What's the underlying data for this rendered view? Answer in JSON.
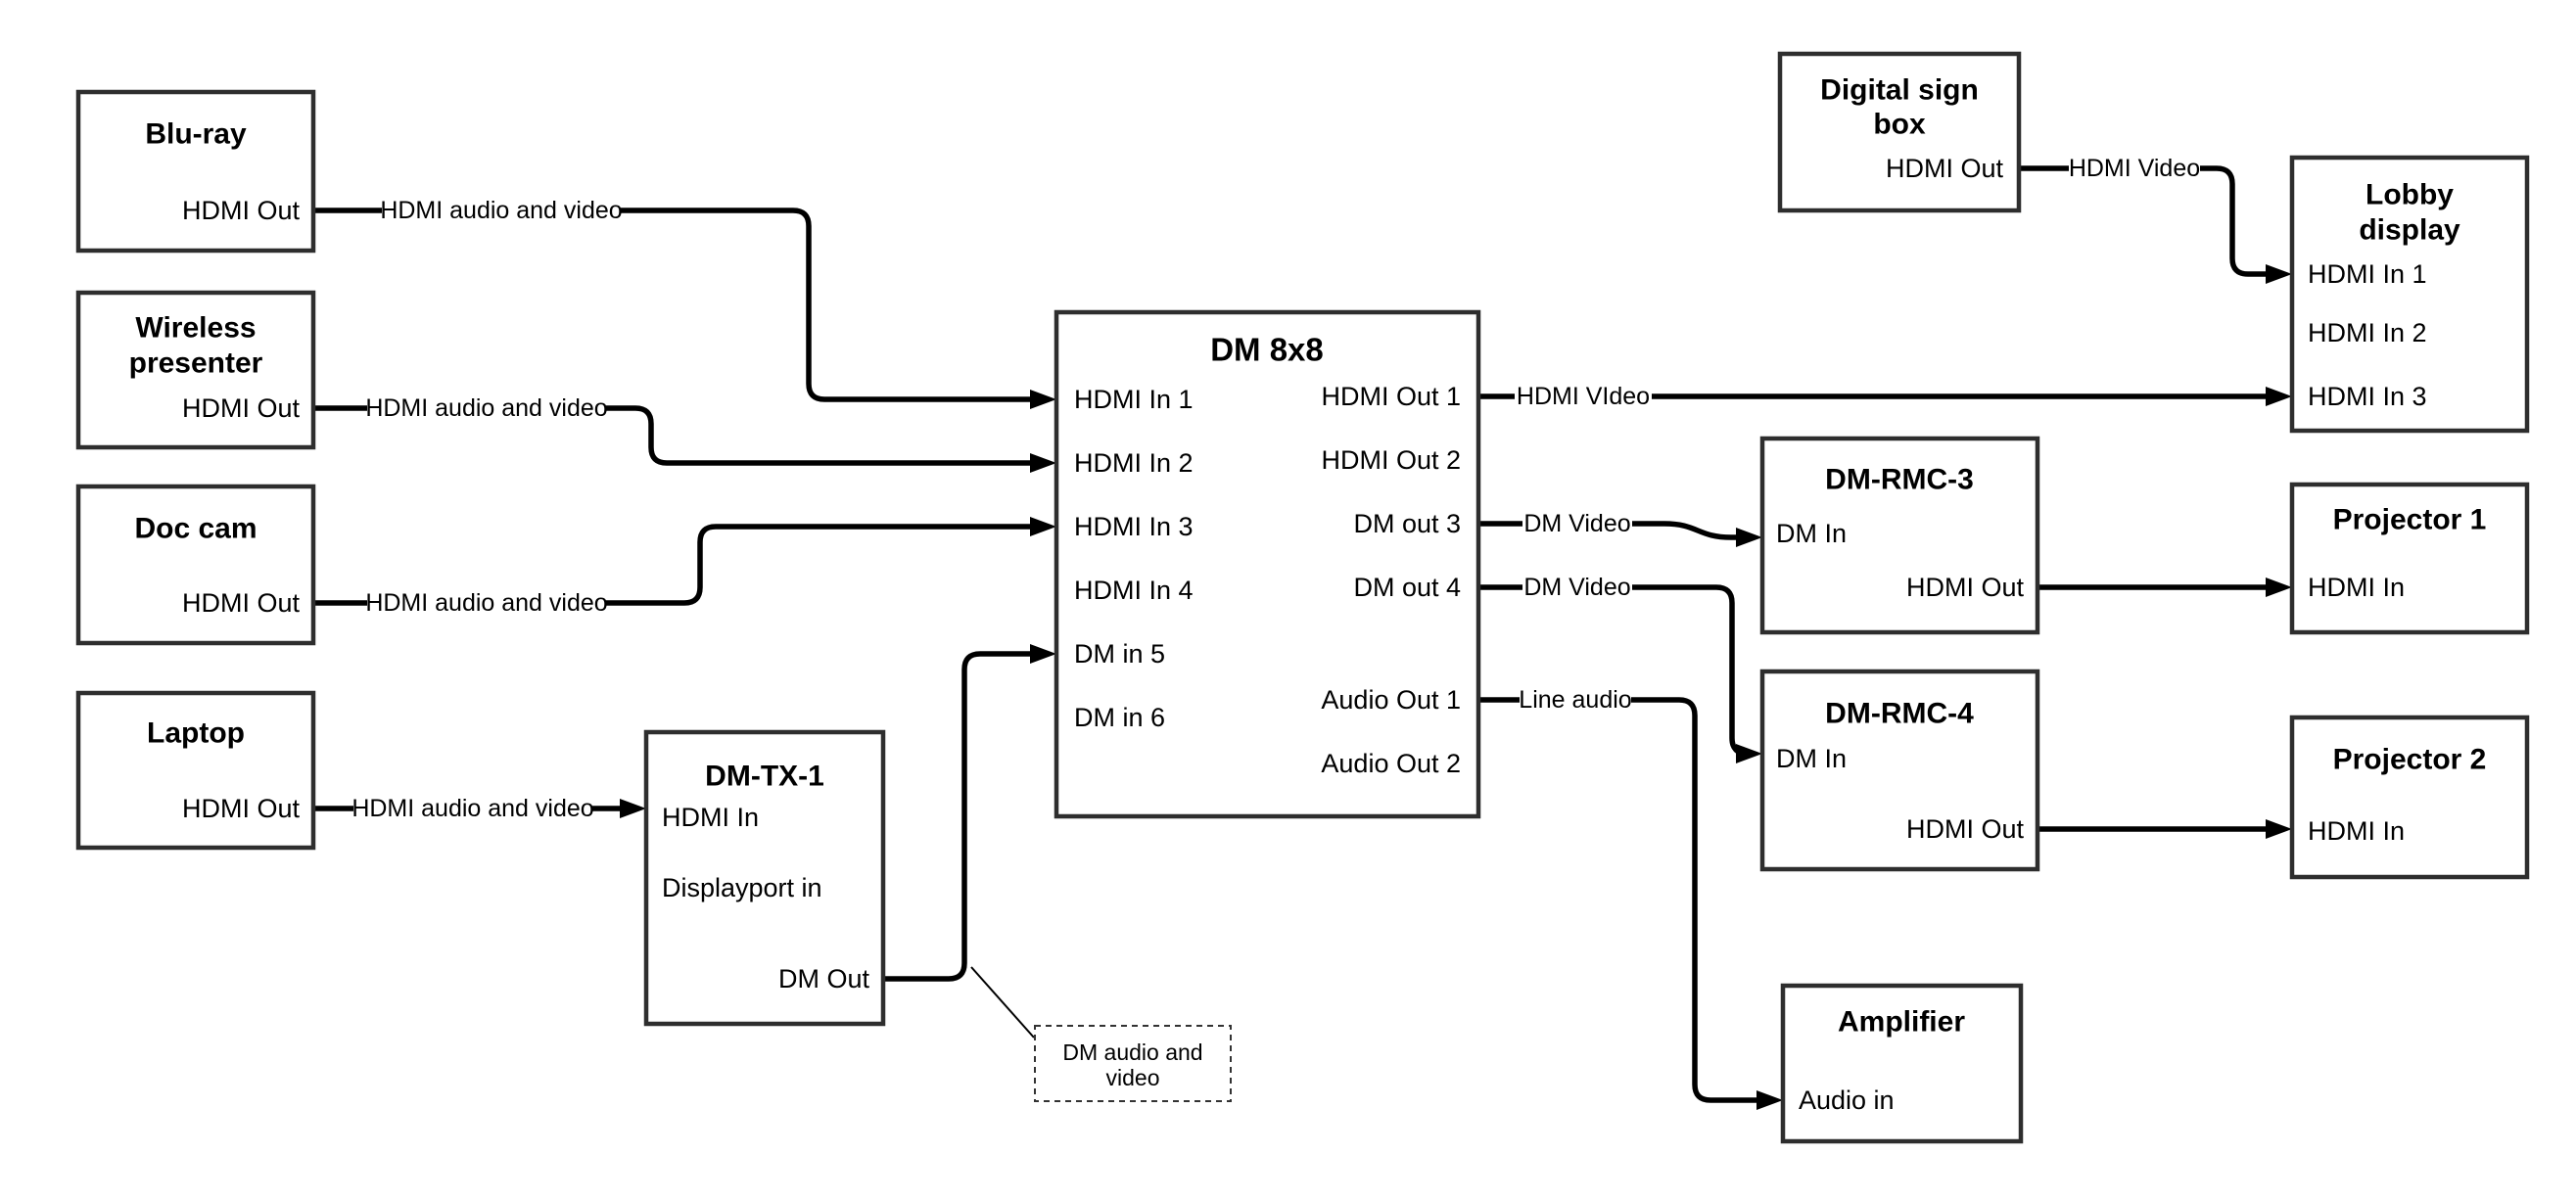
{
  "colors": {
    "background": "#ffffff",
    "wire": "#000000",
    "box_border": "#2e2e2e",
    "text": "#000000"
  },
  "nodes": {
    "bluray": {
      "title": "Blu-ray",
      "port_out": "HDMI Out"
    },
    "wireless_presenter": {
      "title_line1": "Wireless",
      "title_line2": "presenter",
      "port_out": "HDMI Out"
    },
    "doc_cam": {
      "title": "Doc cam",
      "port_out": "HDMI Out"
    },
    "laptop": {
      "title": "Laptop",
      "port_out": "HDMI Out"
    },
    "dm_tx_1": {
      "title": "DM-TX-1",
      "port_hdmi_in": "HDMI In",
      "port_displayport_in": "Displayport in",
      "port_dm_out": "DM Out"
    },
    "dm_8x8": {
      "title": "DM 8x8",
      "inputs": [
        "HDMI In 1",
        "HDMI In 2",
        "HDMI In 3",
        "HDMI In 4",
        "DM in 5",
        "DM in 6"
      ],
      "outputs": [
        "HDMI Out 1",
        "HDMI Out 2",
        "DM out 3",
        "DM out 4",
        "Audio Out 1",
        "Audio Out 2"
      ]
    },
    "digital_sign_box": {
      "title_line1": "Digital sign",
      "title_line2": "box",
      "port_out": "HDMI Out"
    },
    "lobby_display": {
      "title_line1": "Lobby",
      "title_line2": "display",
      "inputs": [
        "HDMI In 1",
        "HDMI In 2",
        "HDMI In 3"
      ]
    },
    "dm_rmc_3": {
      "title": "DM-RMC-3",
      "port_dm_in": "DM In",
      "port_hdmi_out": "HDMI Out"
    },
    "projector_1": {
      "title": "Projector 1",
      "port_hdmi_in": "HDMI In"
    },
    "dm_rmc_4": {
      "title": "DM-RMC-4",
      "port_dm_in": "DM In",
      "port_hdmi_out": "HDMI Out"
    },
    "projector_2": {
      "title": "Projector 2",
      "port_hdmi_in": "HDMI In"
    },
    "amplifier": {
      "title": "Amplifier",
      "port_audio_in": "Audio in"
    }
  },
  "wire_labels": {
    "bluray_out": "HDMI audio and video",
    "wireless_out": "HDMI audio and video",
    "doc_cam_out": "HDMI audio and video",
    "laptop_out": "HDMI audio and video",
    "hdmi_out_1": "HDMI VIdeo",
    "dm_out_3": "DM Video",
    "dm_out_4": "DM Video",
    "audio_out_1": "Line audio",
    "digital_sign_out": "HDMI Video"
  },
  "callout": {
    "line1": "DM audio and",
    "line2": "video"
  }
}
